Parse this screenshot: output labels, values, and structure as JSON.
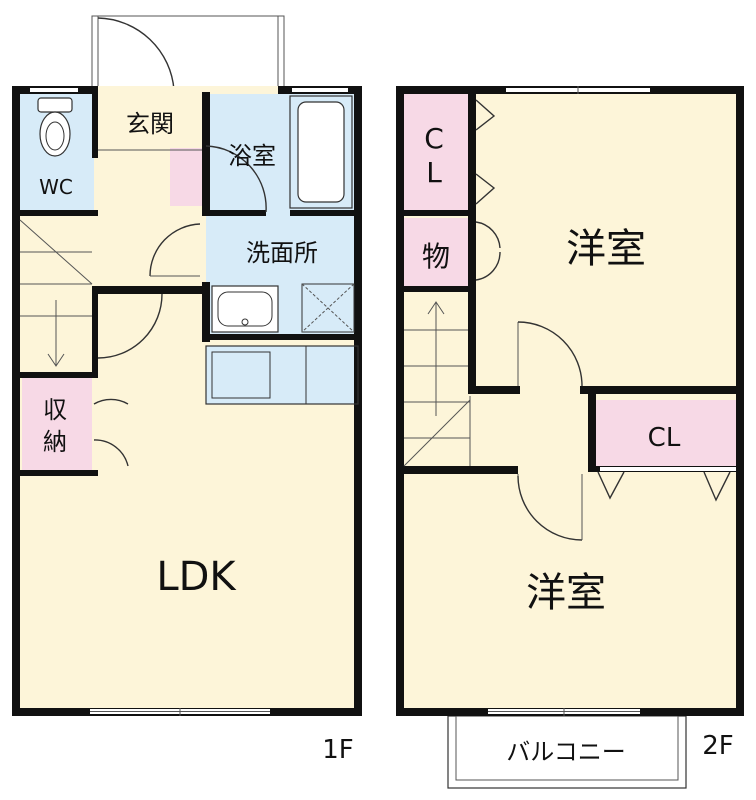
{
  "colors": {
    "wall": "#111111",
    "floor": "#fdf5d9",
    "wet_area": "#d7ebf8",
    "storage": "#f7d9e6",
    "balcony": "#ffffff",
    "text": "#111111"
  },
  "floor1": {
    "label": "1F",
    "rooms": {
      "wc": "WC",
      "entrance": "玄関",
      "bath": "浴室",
      "washroom": "洗面所",
      "storage": "収納",
      "ldk": "LDK"
    }
  },
  "floor2": {
    "label": "2F",
    "rooms": {
      "closet_upper_line1": "C",
      "closet_upper_line2": "L",
      "storeroom": "物",
      "western_room_upper": "洋室",
      "closet_lower": "CL",
      "western_room_lower": "洋室",
      "balcony": "バルコニー"
    }
  },
  "icons": {
    "toilet": "toilet-icon",
    "bathtub": "bathtub-icon",
    "sink": "sink-icon",
    "washer": "washing-machine-pan-icon",
    "kitchen": "kitchen-counter-icon",
    "stairs_arrow": "stairs-arrow-icon"
  }
}
